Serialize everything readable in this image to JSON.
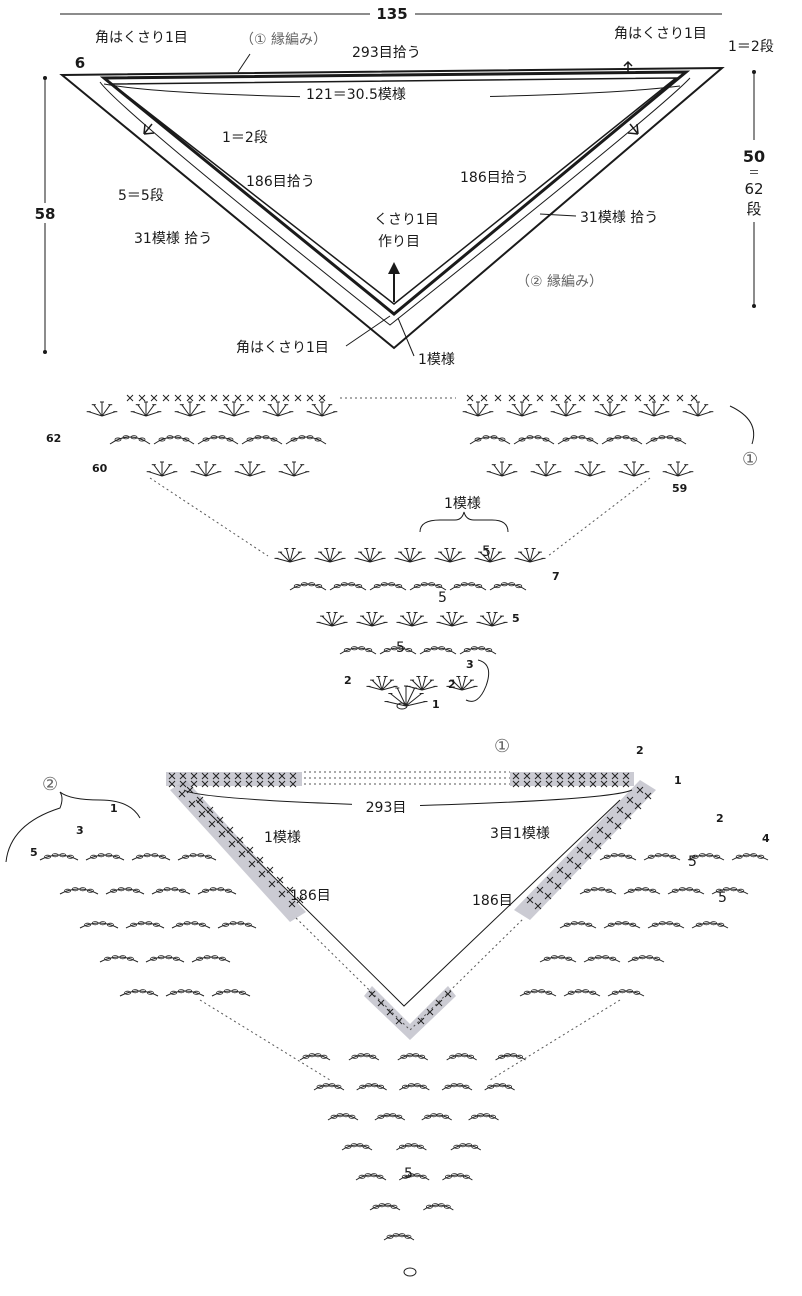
{
  "schematic": {
    "total_width": "135",
    "edge_label_left": "6",
    "height_left": "58",
    "rows_ratio": "1＝2段",
    "right_height_main": "50",
    "right_height_eq": "＝",
    "right_height_rows": "62",
    "right_height_unit": "段",
    "corner_chain_left": "角はくさり1目",
    "corner_chain_right": "角はくさり1目",
    "corner_chain_bottom": "角はくさり1目",
    "edging_1": "（① 縁編み）",
    "pickup_293": "293目拾う",
    "pattern_121": "121＝30.5模様",
    "left_rows": "1＝2段",
    "left_186": "186目拾う",
    "left_rows_5": "5＝5段",
    "left_31": "31模様 拾う",
    "right_186": "186目拾う",
    "right_31": "31模様 拾う",
    "edging_2": "（② 縁編み）",
    "start_chain": "くさり1目",
    "start_chain2": "作り目",
    "one_pattern_bottom": "1模様"
  },
  "chart_main": {
    "row_62": "62",
    "row_60": "60",
    "row_59": "59",
    "circle_1": "①",
    "one_pattern": "1模様",
    "row_7": "7",
    "row_5": "5",
    "row_3": "3",
    "row_2a": "2",
    "row_2b": "2",
    "row_1": "1",
    "rep_5a": "5",
    "rep_5b": "5",
    "rep_5c": "5"
  },
  "chart_edging": {
    "circle_1": "①",
    "circle_2": "②",
    "st_293": "293目",
    "one_pattern": "1模様",
    "three_st_pattern": "3目1模様",
    "left_186": "186目",
    "right_186": "186目",
    "row_1_left": "1",
    "row_3_left": "3",
    "row_5_left": "5",
    "row_2_right": "2",
    "row_1_right": "1",
    "row_2_far": "2",
    "row_4_far": "4",
    "rep_5_right_a": "5",
    "rep_5_right_b": "5",
    "rep_5_bottom": "5"
  }
}
